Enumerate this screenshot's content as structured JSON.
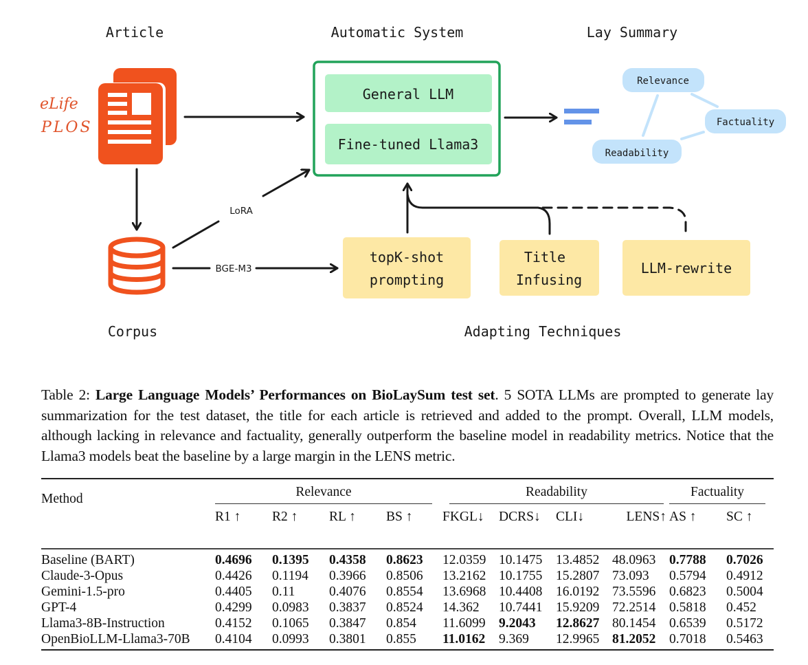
{
  "diagram": {
    "section_labels": {
      "article": "Article",
      "automatic_system": "Automatic System",
      "lay_summary": "Lay Summary",
      "corpus": "Corpus",
      "adapting_techniques": "Adapting Techniques"
    },
    "sources": [
      "eLife",
      "PLOS"
    ],
    "system_boxes": [
      "General LLM",
      "Fine-tuned Llama3"
    ],
    "edge_labels": {
      "lora": "LoRA",
      "bge": "BGE-M3"
    },
    "techniques": [
      {
        "line1": "topK-shot",
        "line2": "prompting"
      },
      {
        "line1": "Title",
        "line2": "Infusing"
      },
      {
        "line1": "LLM-rewrite",
        "line2": ""
      }
    ],
    "aspects": [
      "Relevance",
      "Factuality",
      "Readability"
    ],
    "colors": {
      "orange": "#F0521E",
      "green_border": "#22A35A",
      "green_fill": "#B3F2C8",
      "yellow_fill": "#FDE8A5",
      "blue_fill": "#C3E3FB",
      "blue_lines": "#6393E8"
    }
  },
  "caption": {
    "label": "Table 2:",
    "title": "Large Language Models’ Performances on BioLaySum test set",
    "body": ". 5 SOTA LLMs are prompted to generate lay summarization for the test dataset, the title for each article is retrieved and added to the prompt. Overall, LLM models, although lacking in relevance and factuality, generally outperform the baseline model in readability metrics. Notice that the Llama3 models beat the baseline by a large margin in the LENS metric."
  },
  "table": {
    "method_header": "Method",
    "groups": [
      "Relevance",
      "Readability",
      "Factuality"
    ],
    "columns": [
      "R1 ↑",
      "R2 ↑",
      "RL ↑",
      "BS ↑",
      "FKGL↓",
      "DCRS↓",
      "CLI↓",
      "LENS↑",
      "AS ↑",
      "SC ↑"
    ],
    "rows": [
      {
        "method": "Baseline (BART)",
        "values": [
          "0.4696",
          "0.1395",
          "0.4358",
          "0.8623",
          "12.0359",
          "10.1475",
          "13.4852",
          "48.0963",
          "0.7788",
          "0.7026"
        ],
        "bold": [
          true,
          true,
          true,
          true,
          false,
          false,
          false,
          false,
          true,
          true
        ]
      },
      {
        "method": "Claude-3-Opus",
        "values": [
          "0.4426",
          "0.1194",
          "0.3966",
          "0.8506",
          "13.2162",
          "10.1755",
          "15.2807",
          "73.093",
          "0.5794",
          "0.4912"
        ],
        "bold": [
          false,
          false,
          false,
          false,
          false,
          false,
          false,
          false,
          false,
          false
        ]
      },
      {
        "method": "Gemini-1.5-pro",
        "values": [
          "0.4405",
          "0.11",
          "0.4076",
          "0.8554",
          "13.6968",
          "10.4408",
          "16.0192",
          "73.5596",
          "0.6823",
          "0.5004"
        ],
        "bold": [
          false,
          false,
          false,
          false,
          false,
          false,
          false,
          false,
          false,
          false
        ]
      },
      {
        "method": "GPT-4",
        "values": [
          "0.4299",
          "0.0983",
          "0.3837",
          "0.8524",
          "14.362",
          "10.7441",
          "15.9209",
          "72.2514",
          "0.5818",
          "0.452"
        ],
        "bold": [
          false,
          false,
          false,
          false,
          false,
          false,
          false,
          false,
          false,
          false
        ]
      },
      {
        "method": "Llama3-8B-Instruction",
        "values": [
          "0.4152",
          "0.1065",
          "0.3847",
          "0.854",
          "11.6099",
          "9.2043",
          "12.8627",
          "80.1454",
          "0.6539",
          "0.5172"
        ],
        "bold": [
          false,
          false,
          false,
          false,
          false,
          true,
          true,
          false,
          false,
          false
        ]
      },
      {
        "method": "OpenBioLLM-Llama3-70B",
        "values": [
          "0.4104",
          "0.0993",
          "0.3801",
          "0.855",
          "11.0162",
          "9.369",
          "12.9965",
          "81.2052",
          "0.7018",
          "0.5463"
        ],
        "bold": [
          false,
          false,
          false,
          false,
          true,
          false,
          false,
          true,
          false,
          false
        ]
      }
    ]
  }
}
